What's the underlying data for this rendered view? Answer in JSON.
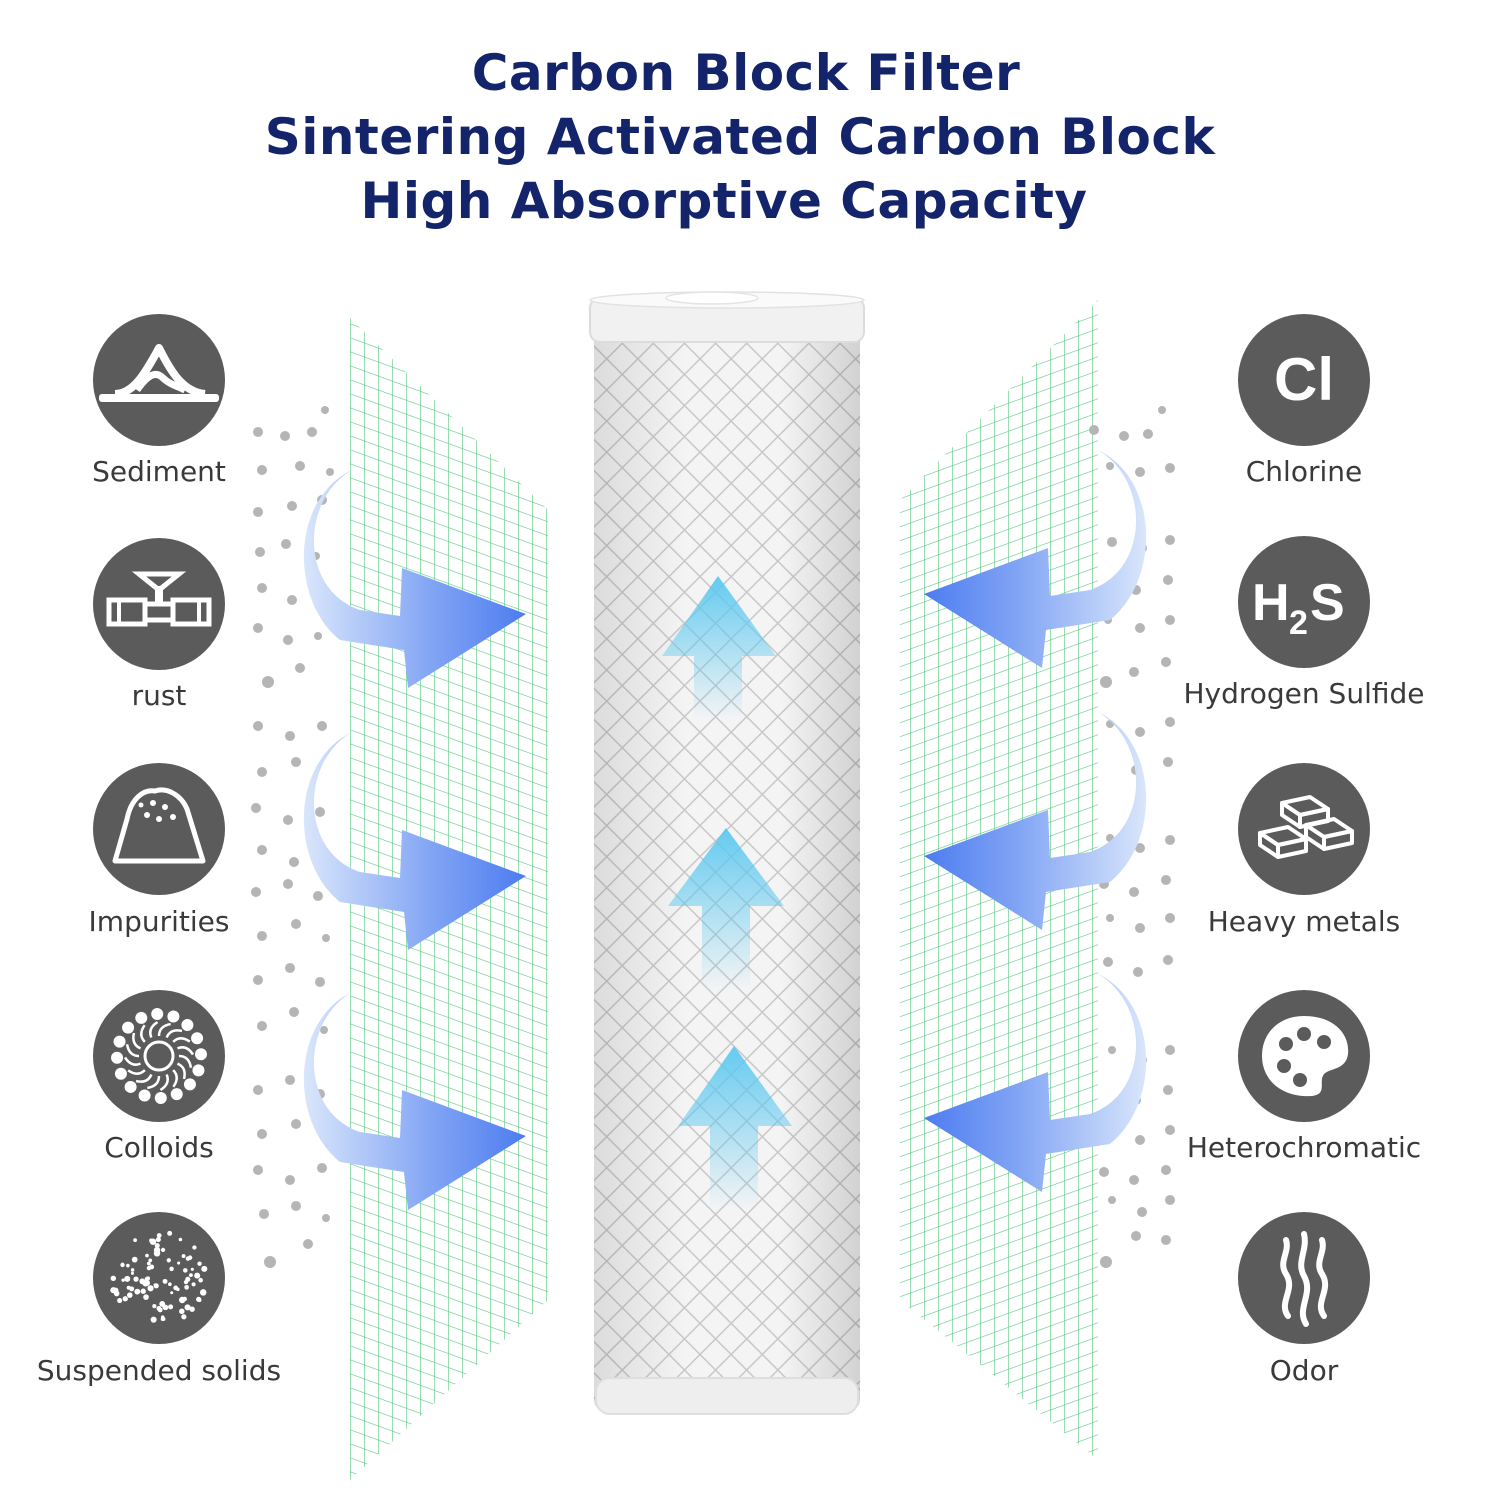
{
  "header": {
    "line1": "Carbon Block Filter",
    "line2": "Sintering Activated Carbon Block",
    "line3": "High Absorptive Capacity"
  },
  "left_items": [
    {
      "label": "Sediment",
      "icon": "sediment-icon"
    },
    {
      "label": "rust",
      "icon": "rusty-pipe-valve-icon"
    },
    {
      "label": "Impurities",
      "icon": "impurities-pile-icon"
    },
    {
      "label": "Colloids",
      "icon": "colloid-particle-icon"
    },
    {
      "label": "Suspended solids",
      "icon": "suspended-solids-icon"
    }
  ],
  "right_items": [
    {
      "label": "Chlorine",
      "icon_text": "Cl",
      "icon": "chlorine-symbol-icon"
    },
    {
      "label": "Hydrogen Sulfide",
      "icon_text": "H2S",
      "icon": "hydrogen-sulfide-formula-icon"
    },
    {
      "label": "Heavy metals",
      "icon": "metal-bars-icon"
    },
    {
      "label": "Heterochromatic",
      "icon": "color-palette-icon"
    },
    {
      "label": "Odor",
      "icon": "odor-waves-icon"
    }
  ],
  "colors": {
    "title": "#14246b",
    "badge": "#5b5b5b",
    "mesh": "#3bbf6a",
    "arrow": "#4d7cf0",
    "flow_arrow": "#5cc8f0"
  }
}
